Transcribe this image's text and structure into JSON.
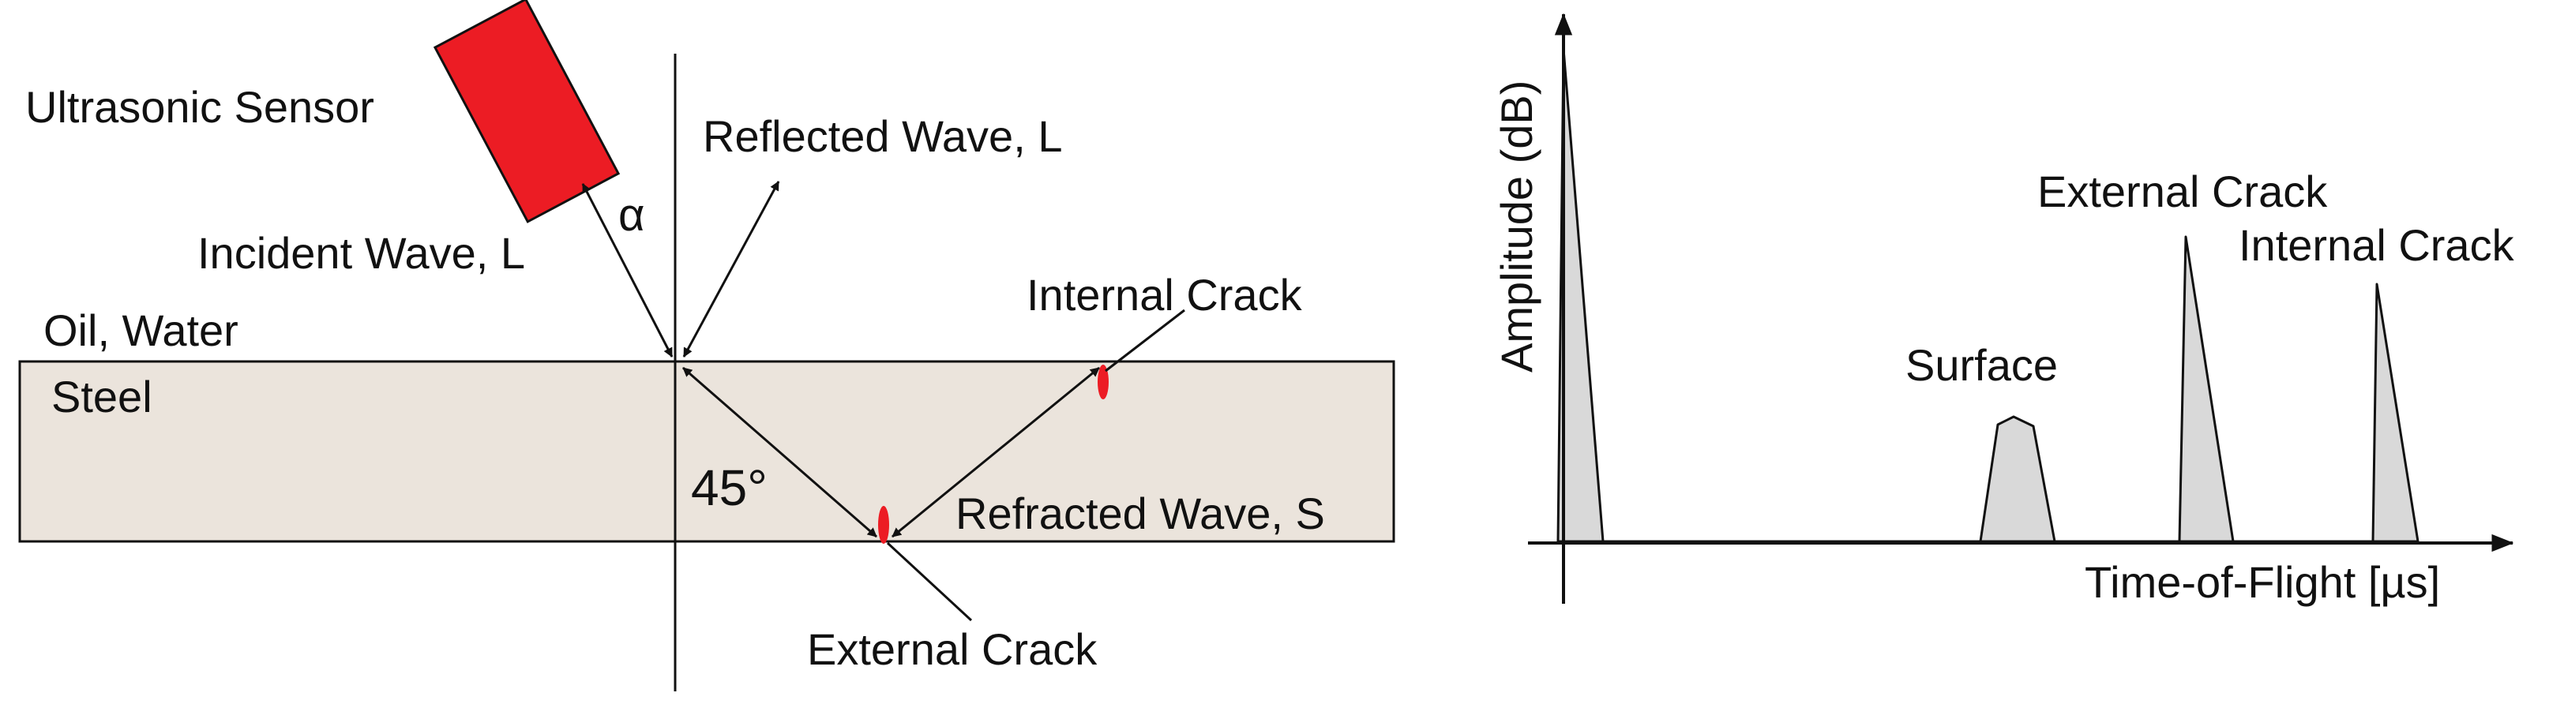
{
  "colors": {
    "sensor": "#ec1c24",
    "steel_fill": "#ebe4dc",
    "peak_fill": "#d9d9d9",
    "crack": "#ec1c24",
    "line": "#111111"
  },
  "left_panel": {
    "sensor_label": "Ultrasonic Sensor",
    "reflected_label": "Reflected Wave, L",
    "alpha_symbol": "α",
    "incident_label": "Incident Wave,  L",
    "medium_label": "Oil, Water",
    "steel_label": "Steel",
    "internal_crack_label": "Internal Crack",
    "angle_label": "45°",
    "refracted_label": "Refracted Wave, S",
    "external_crack_label": "External Crack"
  },
  "right_panel": {
    "y_axis_label": "Amplitude (dB)",
    "x_axis_label": "Time-of-Flight [µs]",
    "peaks": [
      {
        "label": "",
        "relative_height": 1.0
      },
      {
        "label": "Surface",
        "relative_height": 0.27
      },
      {
        "label": "External Crack",
        "relative_height": 0.61
      },
      {
        "label": "Internal Crack",
        "relative_height": 0.54
      }
    ]
  }
}
